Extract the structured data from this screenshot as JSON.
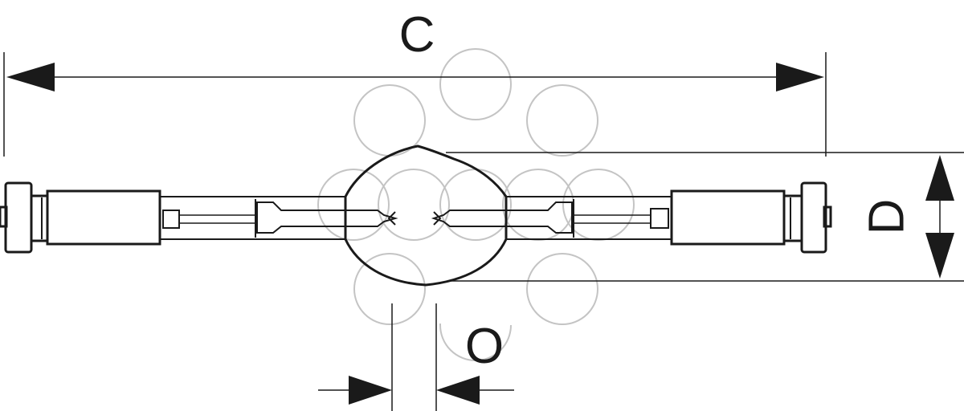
{
  "labels": {
    "overall_length": "C",
    "diameter": "D",
    "electrode_gap": "O"
  },
  "colors": {
    "ink": "#1a1a1a",
    "watermark": "#c4c4c4",
    "background": "#ffffff"
  }
}
